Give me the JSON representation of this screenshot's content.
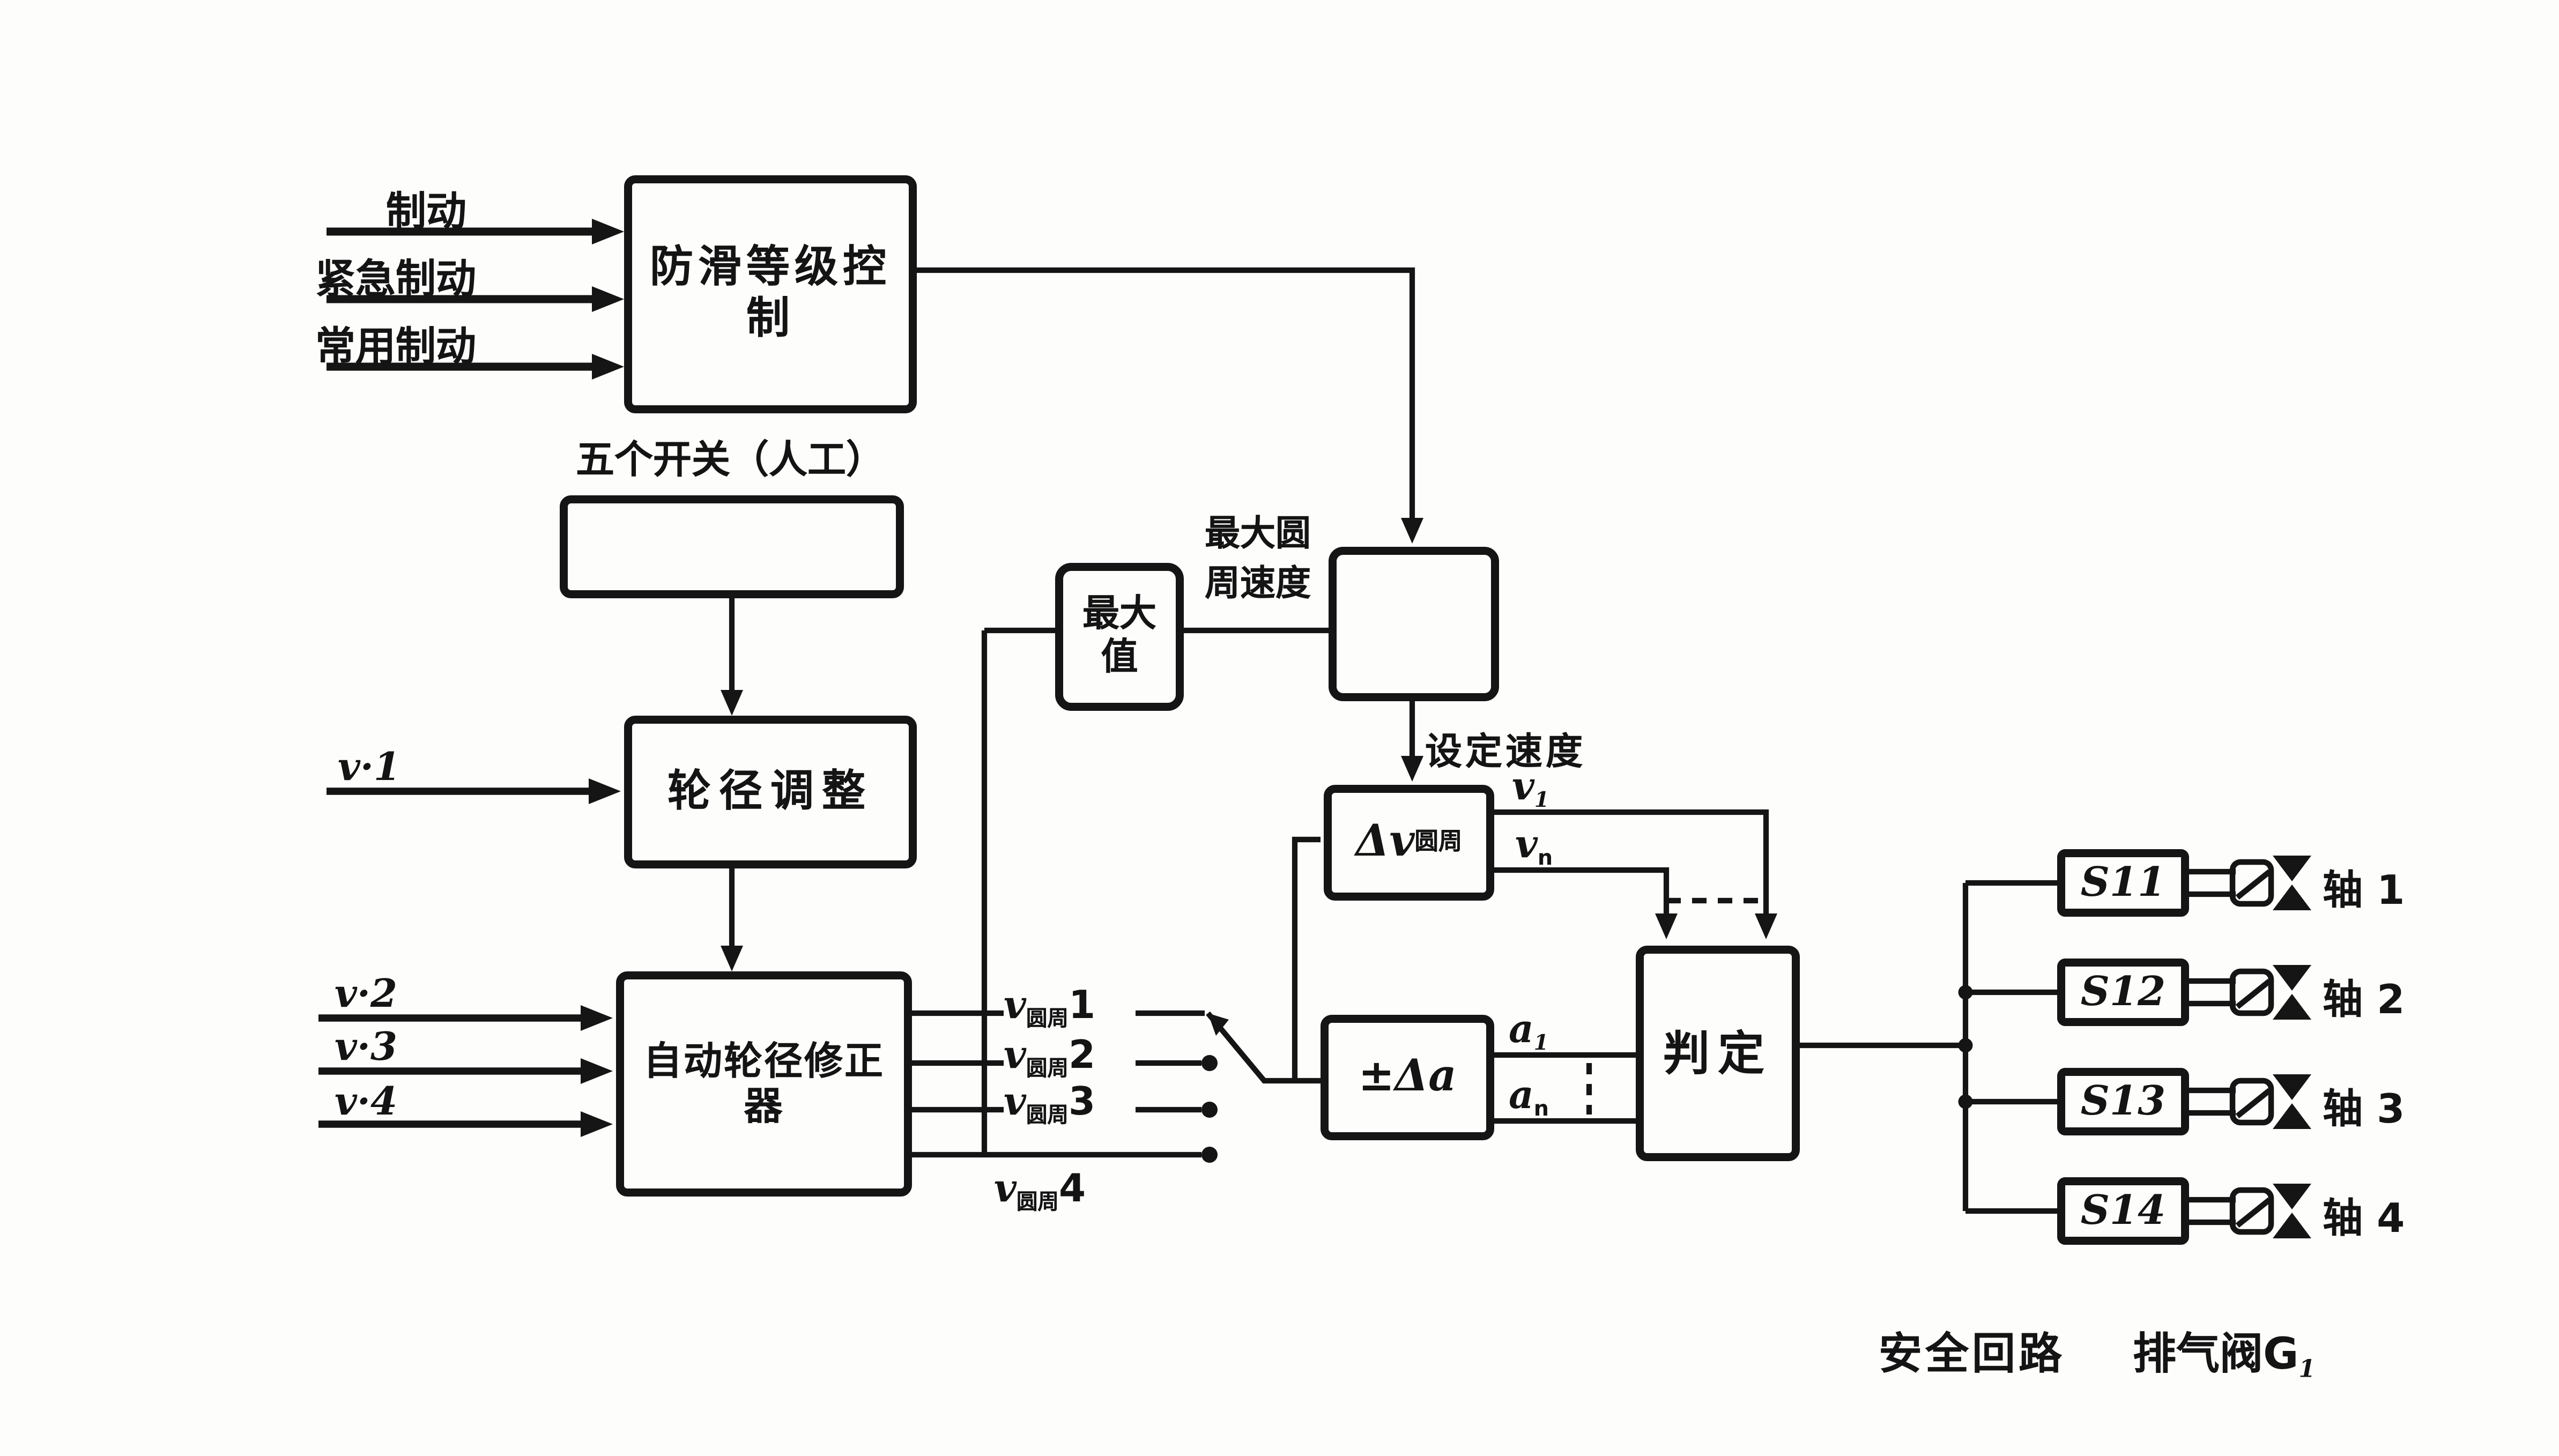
{
  "colors": {
    "ink": "#151515",
    "paper": "#fdfdfb"
  },
  "brake_inputs": [
    {
      "label": "制动"
    },
    {
      "label": "紧急制动"
    },
    {
      "label": "常用制动"
    }
  ],
  "antiskid_box": {
    "label": "防滑等级控制"
  },
  "manual_switches": {
    "caption": "五个开关（人工）",
    "count": 5
  },
  "wheel_diameter_adjust": {
    "label": "轮径调整",
    "input_label": "v·1"
  },
  "auto_corrector": {
    "label": "自动轮径修正器",
    "input_labels": [
      "v·2",
      "v·3",
      "v·4"
    ]
  },
  "wheel_speed_outputs": [
    {
      "base": "v",
      "sub": "圆周",
      "num": "1"
    },
    {
      "base": "v",
      "sub": "圆周",
      "num": "2"
    },
    {
      "base": "v",
      "sub": "圆周",
      "num": "3"
    },
    {
      "base": "v",
      "sub": "圆周",
      "num": "4"
    }
  ],
  "max_value_box": {
    "line1": "最大",
    "line2": "值"
  },
  "max_speed_label": {
    "line1": "最大圆",
    "line2": "周速度"
  },
  "curve_box": {
    "icon": "deceleration-curve"
  },
  "set_speed_label": "设定速度",
  "delta_v_box": {
    "base": "Δv",
    "sub": "圆周",
    "outputs": [
      {
        "base": "v",
        "sub": "1"
      },
      {
        "base": "v",
        "sub": "n"
      }
    ]
  },
  "delta_a_box": {
    "label": "±Δa",
    "outputs": [
      {
        "base": "a",
        "sub": "1"
      },
      {
        "base": "a",
        "sub": "n"
      }
    ]
  },
  "judge_box": {
    "label": "判定"
  },
  "solenoids": [
    {
      "label": "S11",
      "axle": "轴 1"
    },
    {
      "label": "S12",
      "axle": "轴 2"
    },
    {
      "label": "S13",
      "axle": "轴 3"
    },
    {
      "label": "S14",
      "axle": "轴 4"
    }
  ],
  "footer": {
    "safety_loop": "安全回路",
    "exhaust_valve_base": "排气阀G",
    "exhaust_valve_sub": "1"
  }
}
